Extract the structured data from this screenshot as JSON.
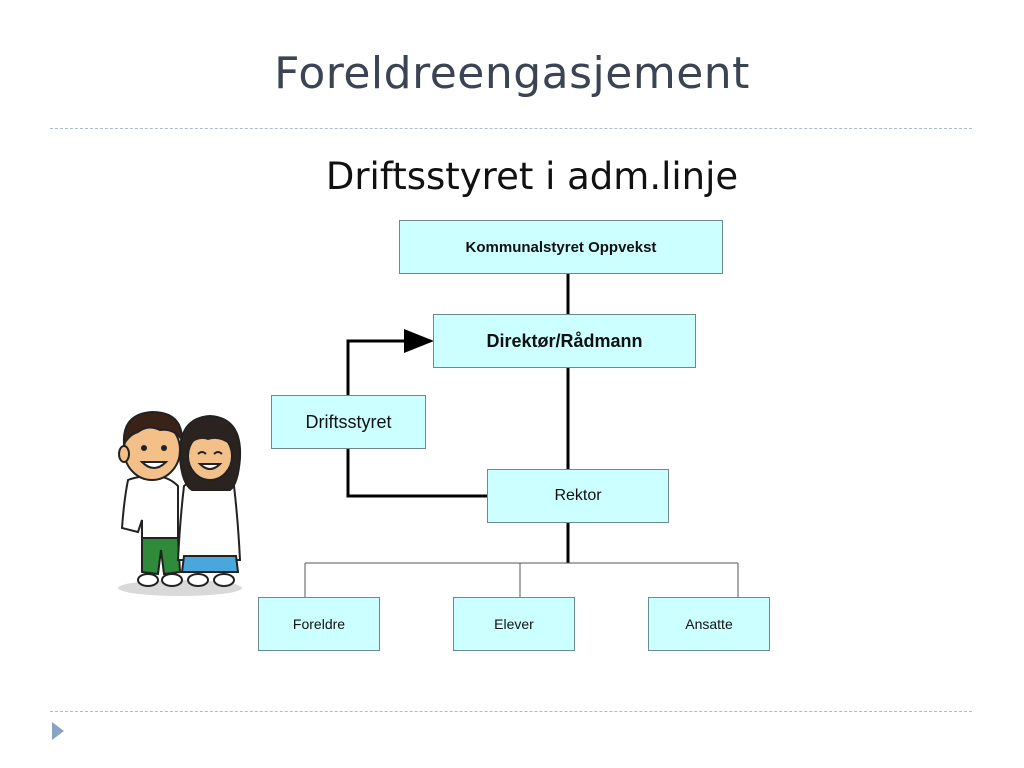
{
  "slide": {
    "title": "Foreldreengasjement",
    "subtitle": "Driftsstyret i adm.linje"
  },
  "org_chart": {
    "boxes": {
      "kommunalstyret": "Kommunalstyret Oppvekst",
      "direktor": "Direktør/Rådmann",
      "driftsstyret": "Driftsstyret",
      "rektor": "Rektor",
      "foreldre": "Foreldre",
      "elever": "Elever",
      "ansatte": "Ansatte"
    },
    "box_fill": "#ccffff",
    "line_color": "#000000"
  }
}
